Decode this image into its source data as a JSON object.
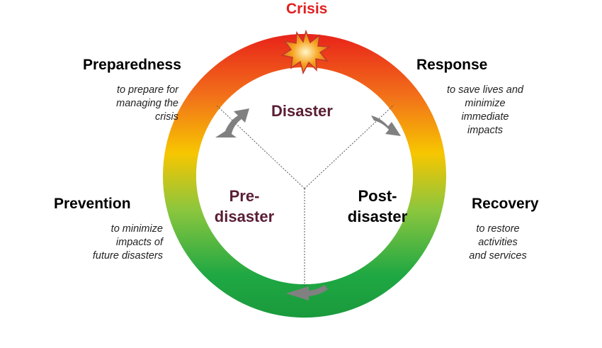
{
  "crisis_label": "Crisis",
  "phases": {
    "preparedness": {
      "title": "Preparedness",
      "lines": [
        "to prepare for",
        "managing the",
        "crisis"
      ]
    },
    "response": {
      "title": "Response",
      "lines": [
        "to save lives and",
        "minimize",
        "immediate",
        "impacts"
      ]
    },
    "prevention": {
      "title": "Prevention",
      "lines": [
        "to minimize",
        "impacts of",
        "future disasters"
      ]
    },
    "recovery": {
      "title": "Recovery",
      "lines": [
        "to restore",
        "activities",
        "and services"
      ]
    }
  },
  "inner": {
    "top": "Disaster",
    "left": [
      "Pre-",
      "disaster"
    ],
    "right": [
      "Post-",
      "disaster"
    ]
  },
  "colors": {
    "ring_top": "#e8231a",
    "ring_mid": "#f7c600",
    "ring_bottom": "#1fa843",
    "crisis_text": "#e02020",
    "inner_text": "#5a1e34",
    "star_fill": "#f6a623",
    "star_stroke": "#c0392b",
    "arrow": "#808080"
  }
}
